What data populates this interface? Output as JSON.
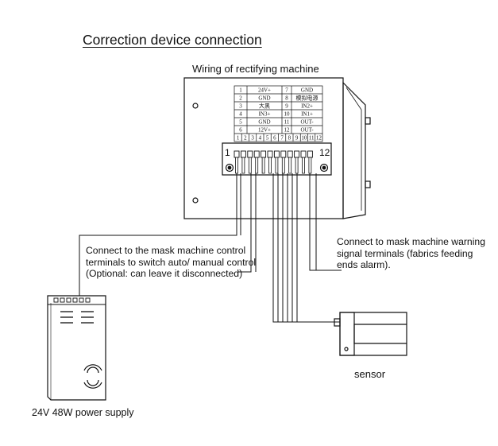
{
  "title": "Correction device connection",
  "machine_label": "Wiring of rectifying machine",
  "terminal_table": [
    [
      "1",
      "24V+",
      "7",
      "GND"
    ],
    [
      "2",
      "GND",
      "8",
      "模拟电源"
    ],
    [
      "3",
      "大黑",
      "9",
      "IN2+"
    ],
    [
      "4",
      "IN3+",
      "10",
      "IN1+"
    ],
    [
      "5",
      "GND",
      "11",
      "OUT-"
    ],
    [
      "6",
      "12V+",
      "12",
      "OUT-"
    ]
  ],
  "terminal_numbers": [
    "1",
    "2",
    "3",
    "4",
    "5",
    "6",
    "7",
    "8",
    "9",
    "10",
    "11",
    "12"
  ],
  "connector": {
    "first": "1",
    "last": "12"
  },
  "left_note": "Connect to the mask machine control terminals to switch auto/ manual control (Optional: can leave it disconnected)",
  "right_note": "Connect to mask machine warning signal terminals (fabrics feeding ends alarm).",
  "sensor_label": "sensor",
  "psu_label": "24V 48W power supply"
}
